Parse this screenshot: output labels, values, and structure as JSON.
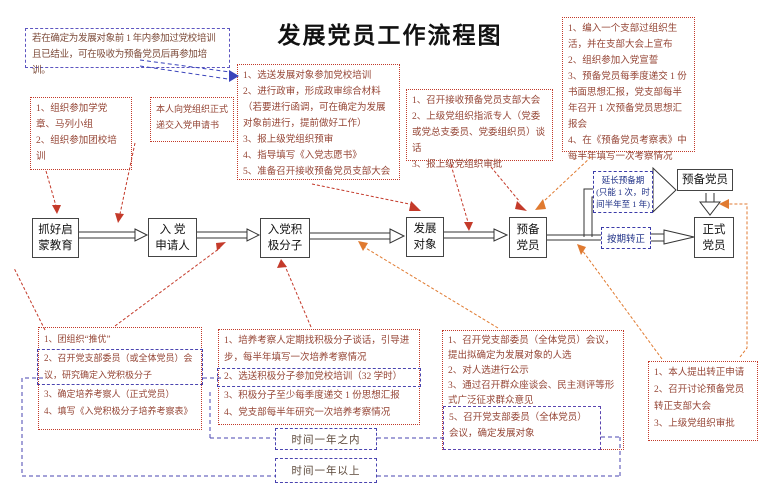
{
  "title": "发展党员工作流程图",
  "colors": {
    "red_dotted_border": "#c23a2a",
    "annotation_text": "#954535",
    "blue_dashed_border": "#4a44b0",
    "blue_text": "#223388",
    "flow_box_border": "#444444",
    "connector_red": "#c43a2a",
    "connector_orange": "#e07a30",
    "connector_blue": "#3a44bb",
    "timeline_indigo": "#4a44b0"
  },
  "note": {
    "text": "若在确定为发展对象前 1 年内参加过党校培训且已结业，可在吸收为预备党员后再参加培训。"
  },
  "annotations": {
    "edu": {
      "items": [
        "1、组织参加学党章、马列小组",
        "2、组织参加团校培训"
      ]
    },
    "apply": {
      "text": "本人向党组织正式递交入党申请书"
    },
    "prep_develop": {
      "items": [
        "1、选送发展对象参加党校培训",
        "2、进行政审，形成政审综合材料（若要进行函调，可在确定为发展对象前进行，提前做好工作）",
        "3、报上级党组织预审",
        "4、指导填写《入党志愿书》",
        "5、准备召开接收预备党员支部大会"
      ]
    },
    "admit": {
      "items": [
        "1、召开接收预备党员支部大会",
        "2、上级党组织指派专人（党委或党总支委员、党委组织员）谈话",
        "3、报上级党组织审批"
      ]
    },
    "probation_duty": {
      "items": [
        "1、编入一个支部过组织生活，并在支部大会上宣布",
        "2、组织参加入党宣誓",
        "3、预备党员每季度递交 1 份书面思想汇报，党支部每半年召开 1 次预备党员思想汇报会",
        "4、在《预备党员考察表》中每半年填写一次考察情况"
      ]
    },
    "activist": {
      "items": [
        "1、团组织“推优”",
        "2、召开党支部委员（或全体党员）会议，研究确定入党积极分子",
        "3、确定培养考察人（正式党员）",
        "4、填写《入党积极分子培养考察表》"
      ]
    },
    "cultivate": {
      "items": [
        "1、培养考察人定期找积极分子谈话，引导进步，每半年填写一次培养考察情况",
        "2、选送积极分子参加党校培训（32 学时）",
        "3、积极分子至少每季度递交 1 份思想汇报",
        "4、党支部每半年研究一次培养考察情况"
      ]
    },
    "determine": {
      "items": [
        "1、召开党支部委员（全体党员）会议，提出拟确定为发展对象的人选",
        "2、对人选进行公示",
        "3、通过召开群众座谈会、民主测评等形式广泛征求群众意见"
      ]
    },
    "determine_final": {
      "text": "5、召开党支部委员（全体党员）会议，确定发展对象"
    },
    "transfer": {
      "items": [
        "1、本人提出转正申请",
        "2、召开讨论预备党员转正支部大会",
        "3、上级党组织审批"
      ]
    }
  },
  "flow": {
    "start": "抓好启\n蒙教育",
    "applicant": "入  党\n申请人",
    "activist": "入党积\n极分子",
    "develop": "发展\n对象",
    "probation": "预备\n党员",
    "probation2": "预备党员",
    "formal": "正式\n党员"
  },
  "labels": {
    "extend": "延长预备期\n(只能 1 次，时\n间半年至 1 年)",
    "on_time": "按期转正",
    "within_year": "时间一年之内",
    "over_year": "时间一年以上"
  }
}
